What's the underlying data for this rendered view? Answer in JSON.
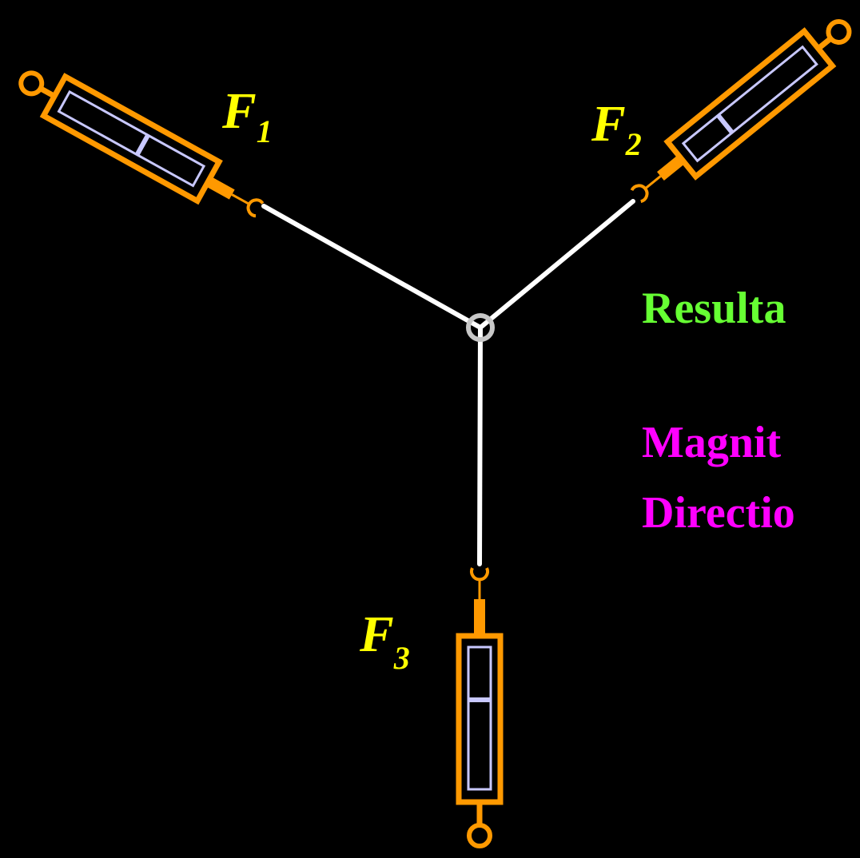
{
  "colors": {
    "background": "#000000",
    "string": "#ffffff",
    "knot": "#c8c8c8",
    "scale_body": "#ff9900",
    "scale_window": "#c8c8ff",
    "force_label": "#ffff00",
    "resultant_text": "#66ff33",
    "magnitude_text": "#ff00ff"
  },
  "labels": {
    "f1": {
      "main": "F",
      "sub": "1"
    },
    "f2": {
      "main": "F",
      "sub": "2"
    },
    "f3": {
      "main": "F",
      "sub": "3"
    }
  },
  "side_text": {
    "resultant": "Resulta",
    "magnitude": "Magnit",
    "direction": "Directio"
  }
}
